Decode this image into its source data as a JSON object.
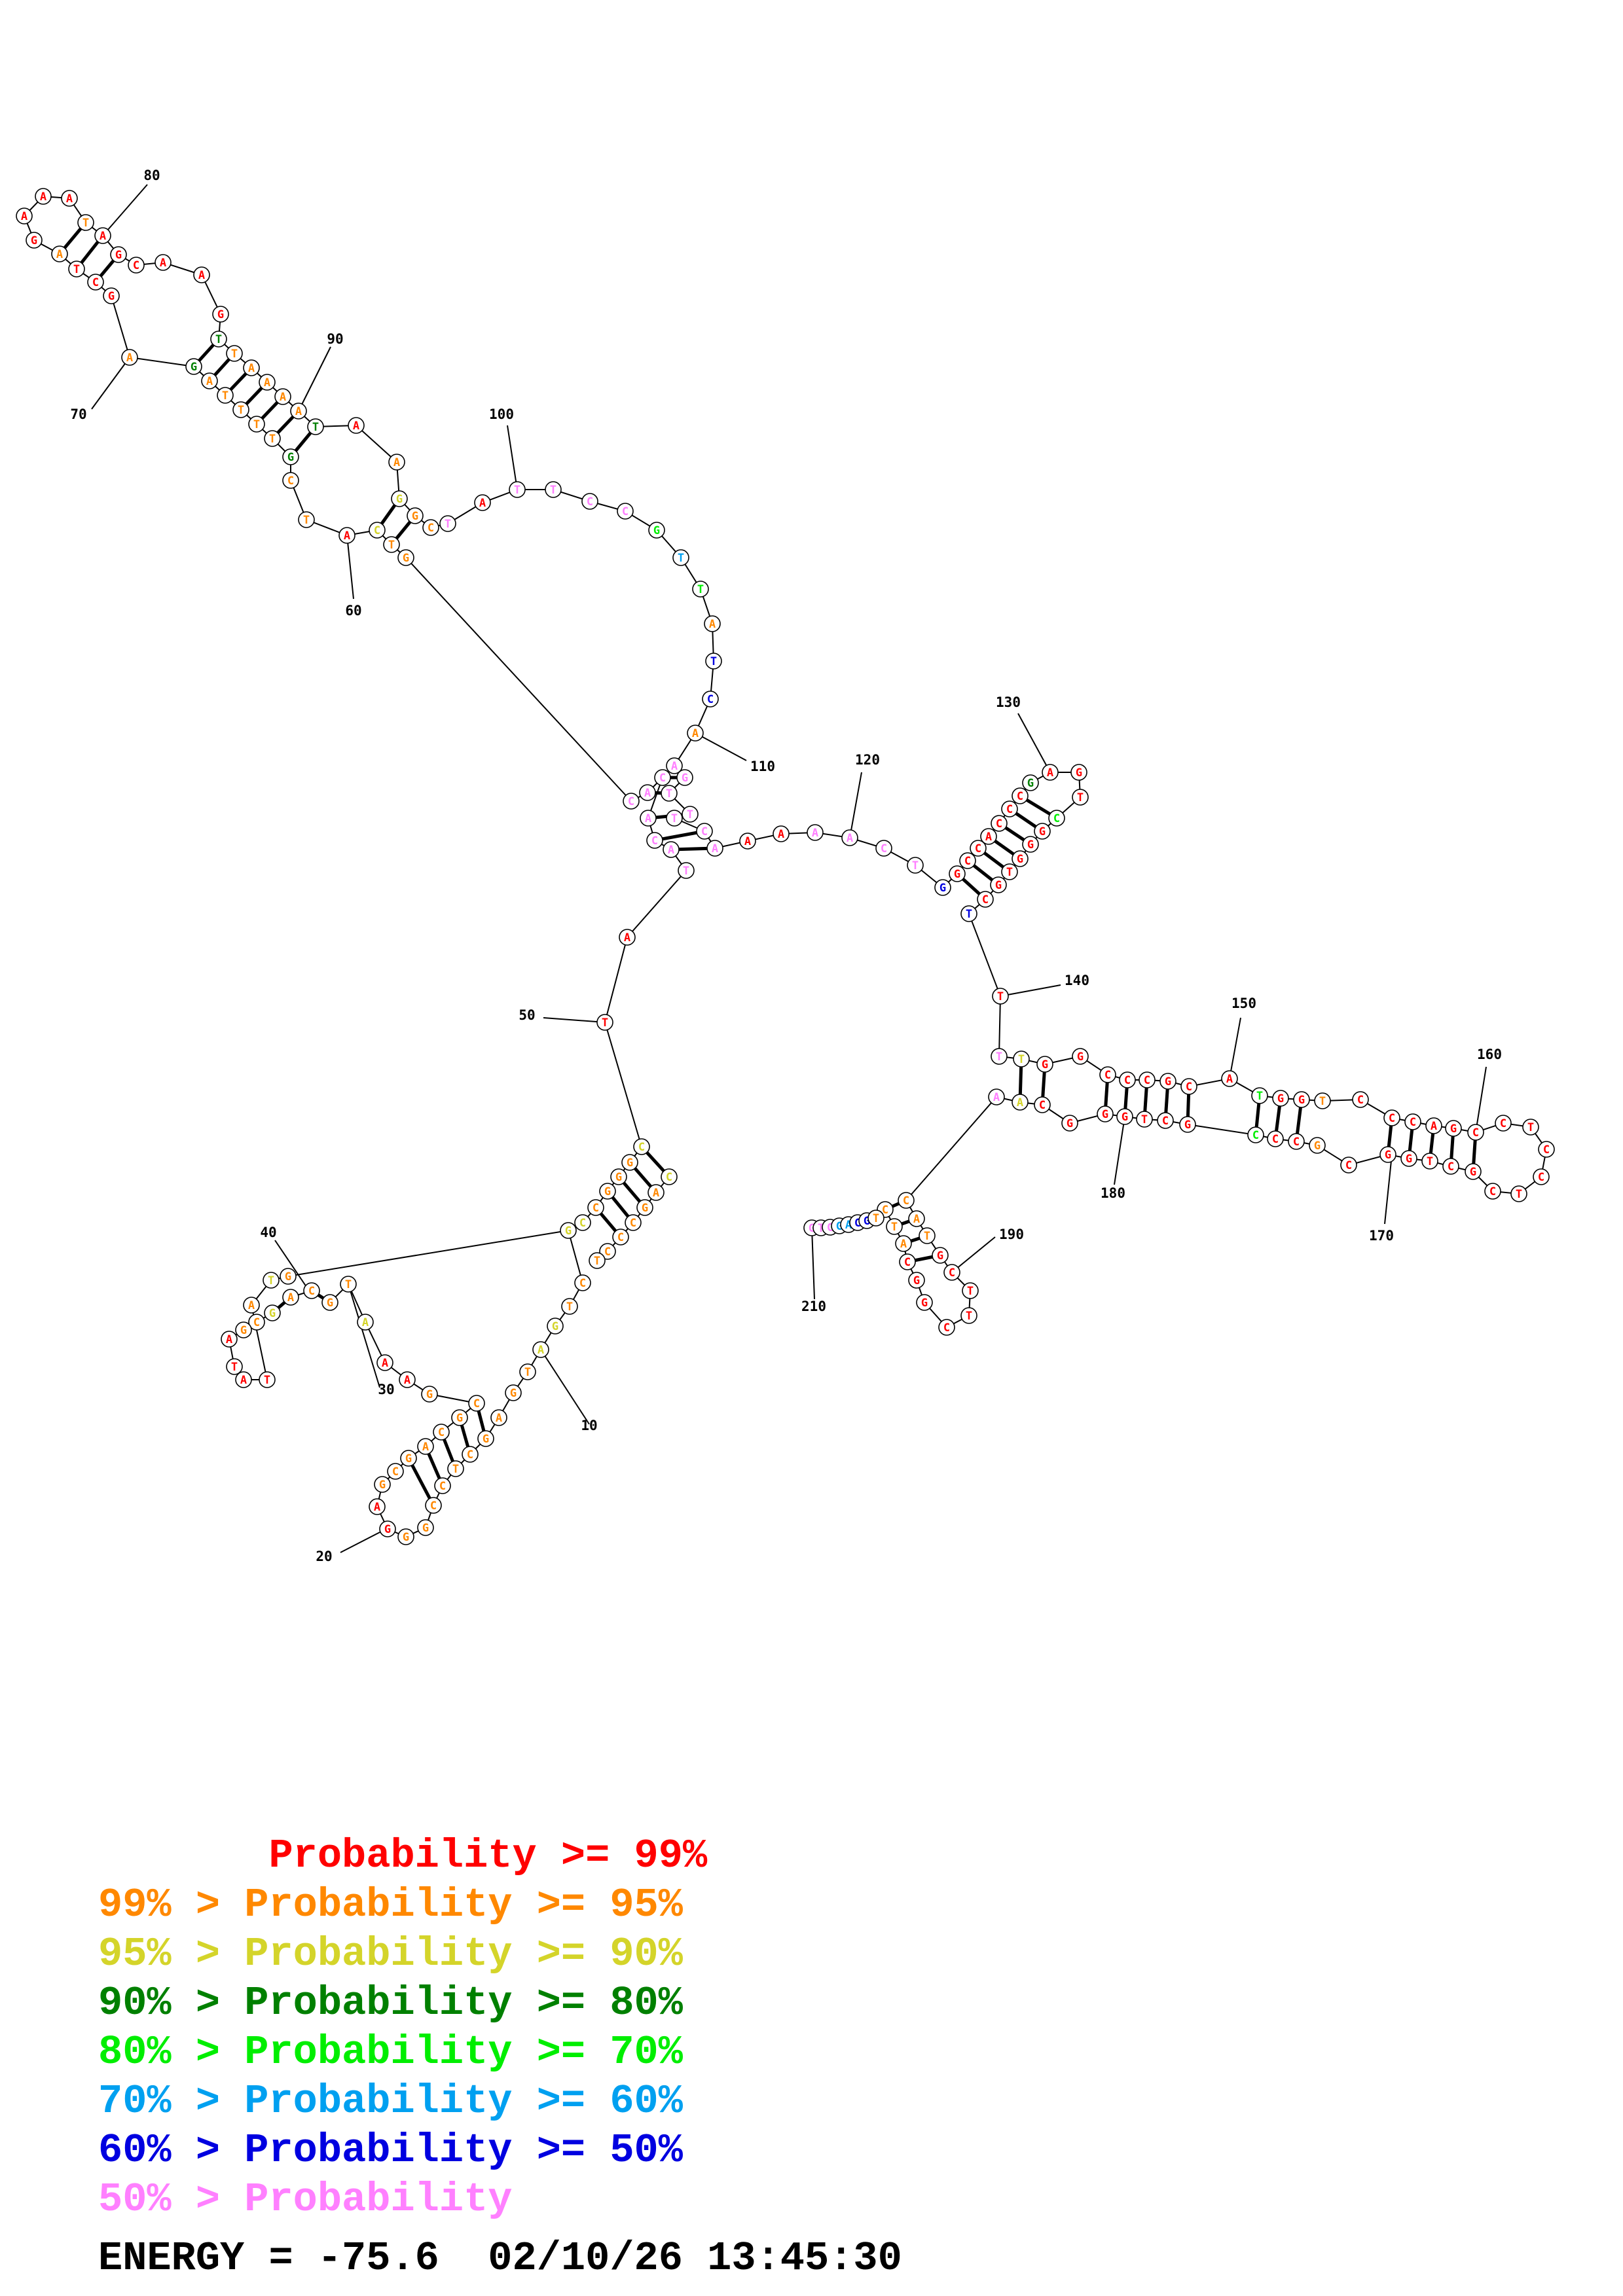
{
  "colors": {
    "p99": "#ff0000",
    "p95": "#ff8800",
    "p90": "#d4d42a",
    "p80": "#008000",
    "p70": "#00ee00",
    "p60": "#00a0f0",
    "p50": "#0000e0",
    "plow": "#ff80ff",
    "energy": "#000000"
  },
  "numbering": {
    "labels": [
      "10",
      "20",
      "30",
      "40",
      "50",
      "60",
      "70",
      "80",
      "90",
      "100",
      "110",
      "120",
      "130",
      "140",
      "150",
      "160",
      "170",
      "180",
      "190",
      "210"
    ]
  },
  "legend": [
    {
      "text": "       Probability >= 99%",
      "color": "#ff0000"
    },
    {
      "text": "99% > Probability >= 95%",
      "color": "#ff8800"
    },
    {
      "text": "95% > Probability >= 90%",
      "color": "#d4d42a"
    },
    {
      "text": "90% > Probability >= 80%",
      "color": "#008000"
    },
    {
      "text": "80% > Probability >= 70%",
      "color": "#00ee00"
    },
    {
      "text": "70% > Probability >= 60%",
      "color": "#00a0f0"
    },
    {
      "text": "60% > Probability >= 50%",
      "color": "#0000e0"
    },
    {
      "text": "50% > Probability",
      "color": "#ff80ff"
    }
  ],
  "footer": {
    "energy": "ENERGY = -75.6  02/10/26 13:45:30"
  }
}
